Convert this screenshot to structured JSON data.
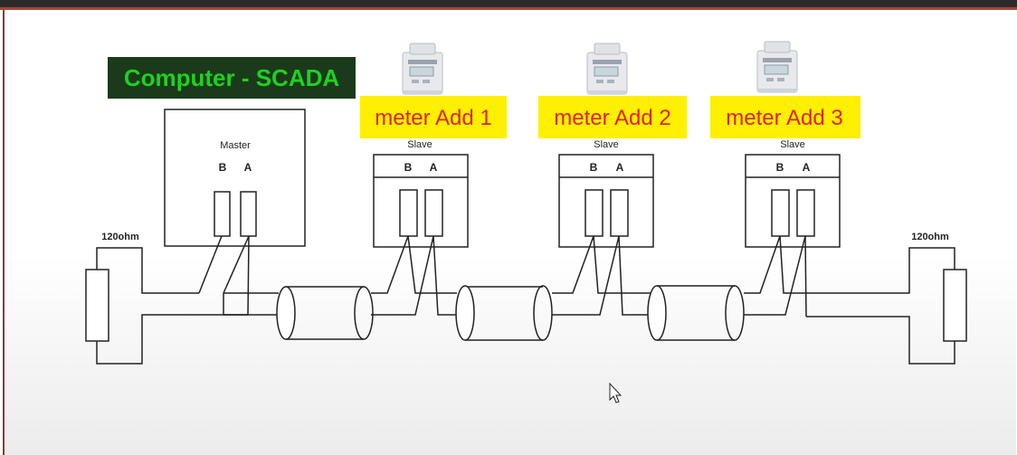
{
  "title": "Computer - SCADA",
  "master": {
    "label": "Master",
    "pin_b": "B",
    "pin_a": "A"
  },
  "slaves": [
    {
      "address_label": "meter Add 1",
      "label": "Slave",
      "pin_b": "B",
      "pin_a": "A"
    },
    {
      "address_label": "meter Add 2",
      "label": "Slave",
      "pin_b": "B",
      "pin_a": "A"
    },
    {
      "address_label": "meter Add 3",
      "label": "Slave",
      "pin_b": "B",
      "pin_a": "A"
    }
  ],
  "terminators": [
    {
      "label": "120ohm"
    },
    {
      "label": "120ohm"
    }
  ],
  "colors": {
    "title_bg": "#1b3a1b",
    "title_text": "#1fd11f",
    "label_bg": "#ffef00",
    "label_text": "#e0241b",
    "line": "#222222"
  },
  "icons": [
    "energy-meter-icon",
    "cursor-icon"
  ]
}
